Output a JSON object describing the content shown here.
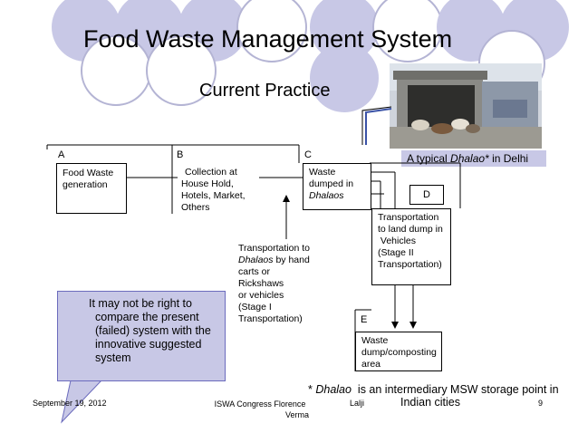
{
  "slide": {
    "title": "Food Waste Management System",
    "subtitle": "Current Practice"
  },
  "photo": {
    "caption_prefix": "A typical ",
    "caption_italic": "Dhalao*",
    "caption_suffix": " in Delhi"
  },
  "diagram": {
    "stage_a": {
      "letter": "A",
      "line1": "Food Waste",
      "line2": "generation"
    },
    "stage_b": {
      "letter": "B",
      "line1": "Collection at",
      "line2": "House Hold,",
      "line3": "Hotels, Market,",
      "line4": "Others"
    },
    "stage_c": {
      "letter": "C",
      "line1": "Waste",
      "line2": "dumped in",
      "line3": "Dhalaos"
    },
    "stage_d": {
      "letter": "D",
      "line1": "Transportation",
      "line2": "to land dump in",
      "line3": " Vehicles",
      "line4": "(Stage II",
      "line5": "Transportation)"
    },
    "stage_e": {
      "letter": "E",
      "line1": "Waste",
      "line2": "dump/composting",
      "line3": "area"
    },
    "transport_note": {
      "line1": "Transportation to",
      "line2_italic": "Dhalaos",
      "line2_rest": " by hand",
      "line3": "carts or Rickshaws",
      "line4": "or vehicles",
      "line5": "(Stage I",
      "line6": "Transportation)"
    }
  },
  "callout": {
    "line1": "It may not be right to",
    "line2": "compare the present",
    "line3": "(failed) system with the",
    "line4": "innovative suggested",
    "line5": "system"
  },
  "footnote": {
    "star": "* ",
    "italic": "Dhalao",
    "rest1": "  is an intermediary MSW storage point in",
    "rest2": "Indian cities"
  },
  "footer": {
    "date": "September 19, 2012",
    "conference_line1": "ISWA Congress Florence",
    "conference_line2": "Verma",
    "author": "Lalji",
    "page": "9"
  },
  "colors": {
    "circle_fill": "#c8c8e6",
    "circle_outline": "#b4b4d4",
    "callout_fill": "#c8c8e6",
    "callout_border": "#6b6bbd",
    "caption_bg": "#c8c8e6"
  }
}
